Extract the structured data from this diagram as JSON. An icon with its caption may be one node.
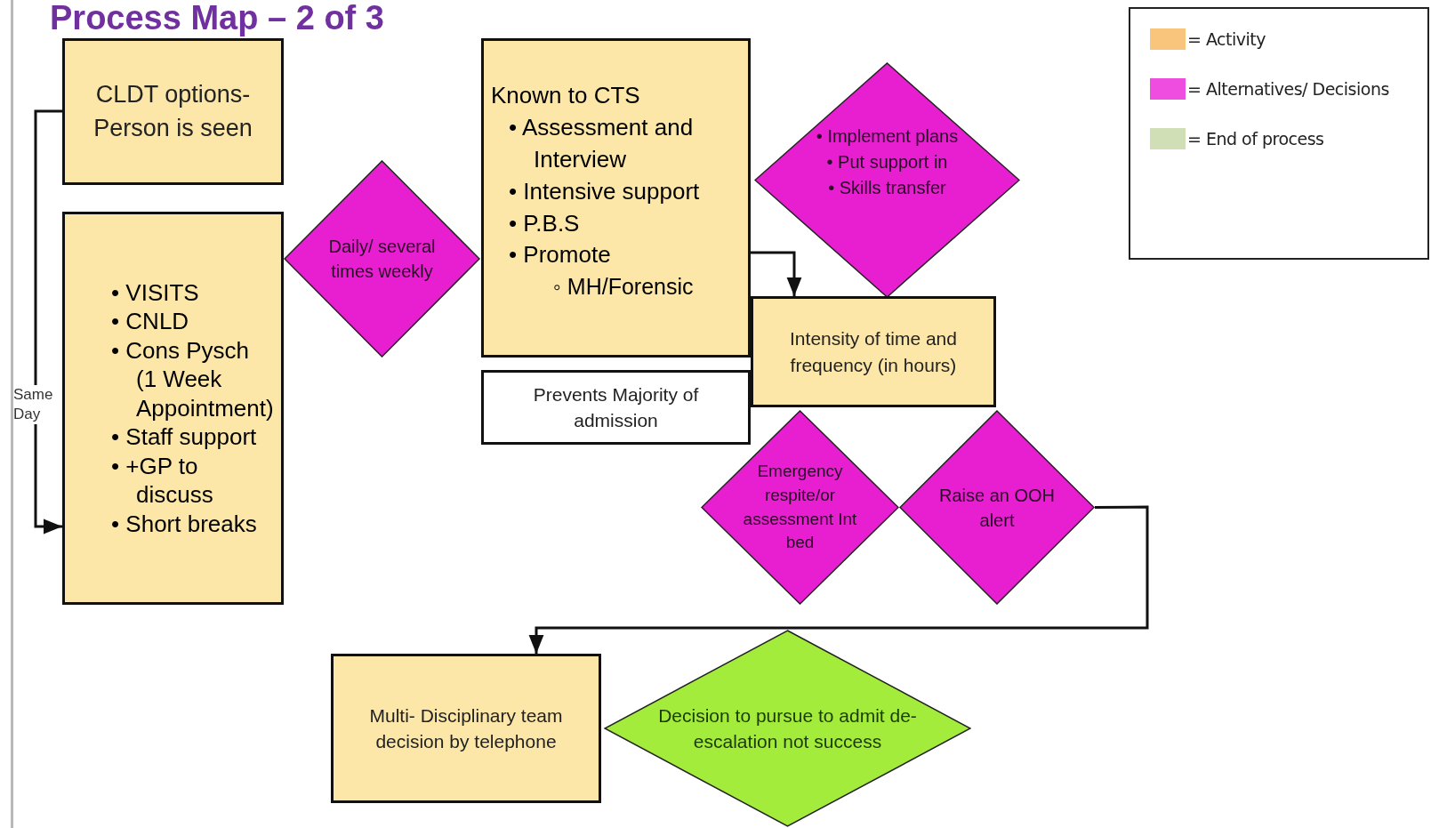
{
  "diagram": {
    "title": "Process Map – 2 of 3",
    "nodes": [
      {
        "text": [
          "CLDT options- Person is seen"
        ]
      },
      {
        "text": [
          "• VISITS",
          "• CNLD",
          "• Cons Pysch (1 Week Appointment)",
          "• Staff support",
          "• +GP to discuss",
          "• Short breaks"
        ]
      },
      {
        "text": [
          "Daily/ several times weekly"
        ]
      },
      {
        "text": [
          "Known to CTS",
          "• Assessment and Interview",
          "• Intensive support",
          "• P.B.S",
          "• Promote",
          "◦ MH/Forensic"
        ]
      },
      {
        "text": [
          "Prevents Majority of admission"
        ]
      },
      {
        "text": [
          "• Implement plans",
          "• Put support in",
          "• Skills transfer"
        ]
      },
      {
        "text": [
          "Intensity of time and frequency (in hours)"
        ]
      },
      {
        "text": [
          "Emergency respite/or assessment Int bed"
        ]
      },
      {
        "text": [
          "Raise an OOH alert"
        ]
      },
      {
        "text": [
          "Multi- Disciplinary team decision by telephone"
        ]
      },
      {
        "text": [
          "Decision to pursue to admit de-escalation not success"
        ]
      }
    ],
    "edges": [
      {
        "from": 0,
        "to": 1,
        "arrow": "to",
        "label": "Same Day"
      },
      {
        "from": 3,
        "to": 6,
        "arrow": "to"
      },
      {
        "from": 8,
        "to": 9,
        "arrow": "to"
      }
    ],
    "legend": [
      {
        "text": "= Activity",
        "color": "#f9c57c"
      },
      {
        "text": "= Alternatives/ Decisions",
        "color": "#ee4de0"
      },
      {
        "text": "= End of process",
        "color": "#d0dfb6"
      }
    ]
  }
}
